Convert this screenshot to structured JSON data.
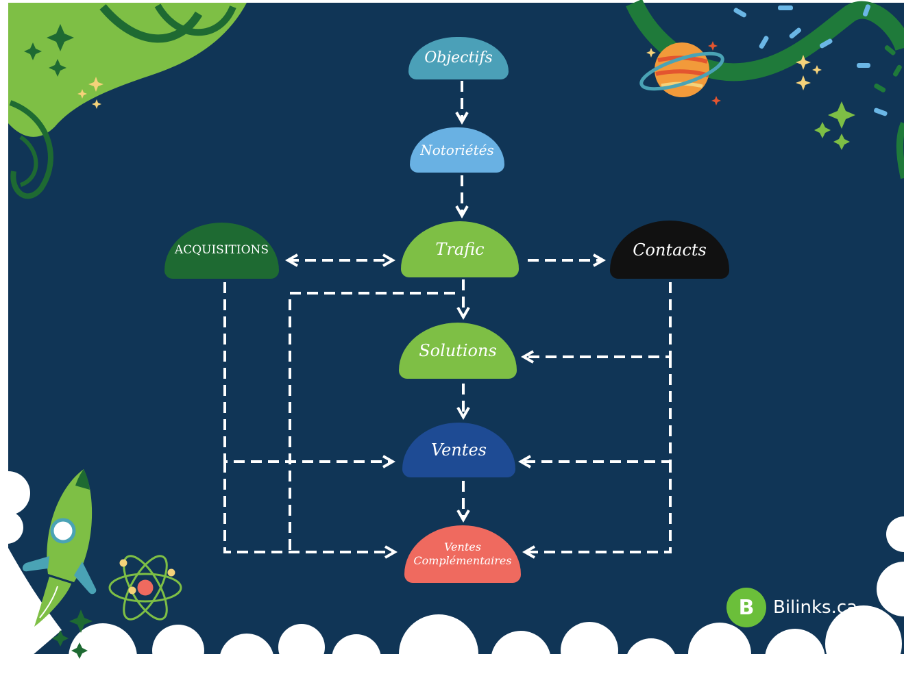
{
  "diagram": {
    "nodes": {
      "objectifs": "Objectifs",
      "notorietes": "Notoriétés",
      "trafic": "Trafic",
      "acquisitions": "ACQUISITIONS",
      "contacts": "Contacts",
      "solutions": "Solutions",
      "ventes": "Ventes",
      "ventes_complementaires": [
        "Ventes",
        "Complémentaires"
      ]
    },
    "colors": {
      "background": "#103556",
      "objectifs": "#4ba0b8",
      "notorietes": "#69b1e3",
      "trafic": "#7ebf45",
      "acquisitions": "#1e6a32",
      "contacts": "#111111",
      "solutions": "#7ebf45",
      "ventes": "#1e4b94",
      "ventes_complementaires": "#ef6a5f",
      "arrows": "#ffffff"
    },
    "edges": [
      {
        "from": "Objectifs",
        "to": "Notoriétés"
      },
      {
        "from": "Notoriétés",
        "to": "Trafic"
      },
      {
        "from": "Trafic",
        "to": "ACQUISITIONS",
        "bidirectional": true
      },
      {
        "from": "Trafic",
        "to": "Contacts"
      },
      {
        "from": "Trafic",
        "to": "Solutions"
      },
      {
        "from": "Trafic",
        "to": "Ventes Complémentaires"
      },
      {
        "from": "Contacts",
        "to": "Solutions"
      },
      {
        "from": "Contacts",
        "to": "Ventes"
      },
      {
        "from": "Contacts",
        "to": "Ventes Complémentaires"
      },
      {
        "from": "ACQUISITIONS",
        "to": "Ventes"
      },
      {
        "from": "ACQUISITIONS",
        "to": "Ventes Complémentaires"
      },
      {
        "from": "Solutions",
        "to": "Ventes"
      },
      {
        "from": "Ventes",
        "to": "Ventes Complémentaires"
      }
    ],
    "line_style": "dashed"
  },
  "branding": {
    "icon_letter": "B",
    "name": "Bilinks.ca"
  },
  "decorations": [
    "rocket-icon",
    "planet-icon",
    "atom-icon",
    "sparkle-icon",
    "cloud-shape",
    "confetti-shape"
  ]
}
